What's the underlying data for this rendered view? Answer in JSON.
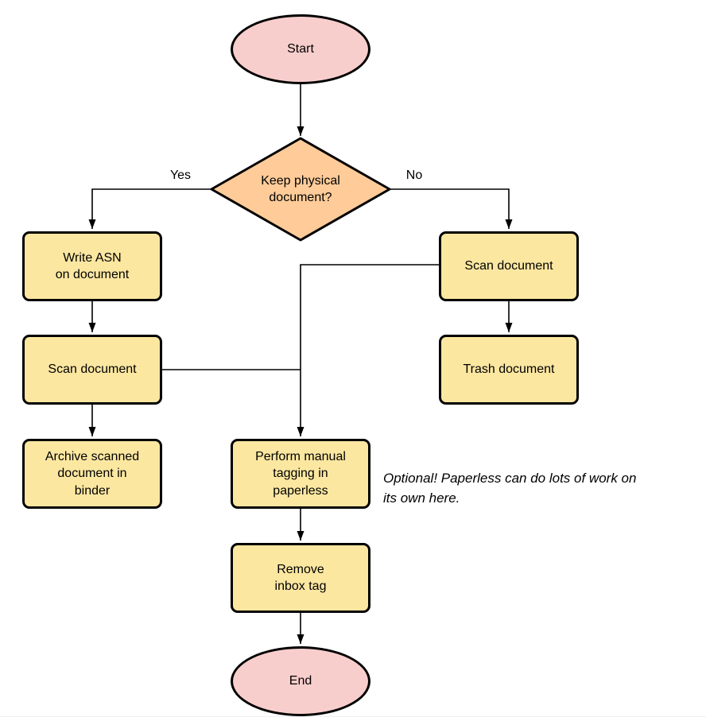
{
  "colors": {
    "process_fill": "#FCE7A1",
    "terminal_fill": "#F8CECD",
    "decision_fill": "#FECB99",
    "stroke": "#000000"
  },
  "nodes": {
    "start": {
      "label": "Start",
      "type": "terminal"
    },
    "decision": {
      "label": "Keep physical\ndocument?",
      "type": "decision"
    },
    "write_asn": {
      "label": "Write ASN\non document",
      "type": "process"
    },
    "scan_left": {
      "label": "Scan document",
      "type": "process"
    },
    "archive": {
      "label": "Archive scanned\ndocument in\nbinder",
      "type": "process"
    },
    "scan_right": {
      "label": "Scan document",
      "type": "process"
    },
    "trash": {
      "label": "Trash document",
      "type": "process"
    },
    "tagging": {
      "label": "Perform manual\ntagging in\npaperless",
      "type": "process"
    },
    "remove_inbox": {
      "label": "Remove\ninbox tag",
      "type": "process"
    },
    "end": {
      "label": "End",
      "type": "terminal"
    }
  },
  "edge_labels": {
    "yes": "Yes",
    "no": "No"
  },
  "annotation": {
    "text": "Optional! Paperless can do lots of work on\nits own here."
  }
}
